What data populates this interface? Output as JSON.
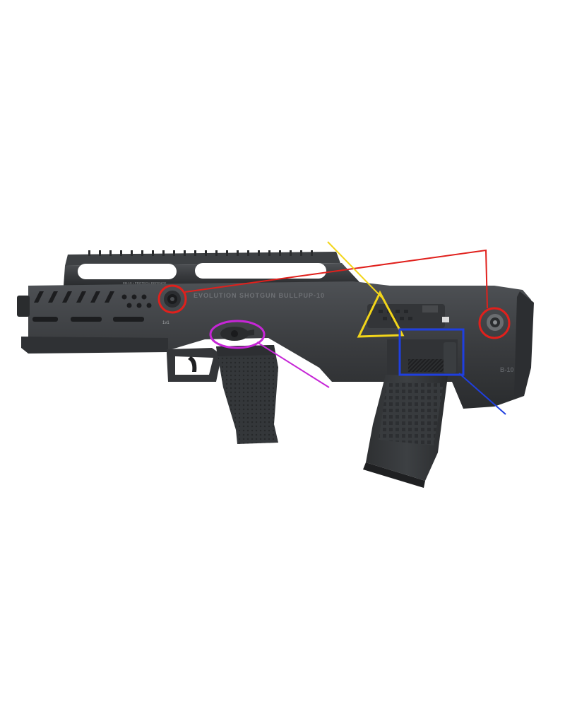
{
  "photo": {
    "subject": "bullpup shotgun, left side view",
    "engraving_main": "EVOLUTION SHOTGUN BULLPUP-10",
    "engraving_small": "EB-10 • PROTECH DEFENCE",
    "engraving_stock": "B-10",
    "selector_mark": "1v1"
  },
  "annotations": [
    {
      "shape": "circle",
      "color": "#e0201c",
      "target": "front takedown pin"
    },
    {
      "shape": "circle",
      "color": "#e0201c",
      "target": "rear takedown pin"
    },
    {
      "shape": "triangle",
      "color": "#f2d51a",
      "target": "ejection port area"
    },
    {
      "shape": "rectangle",
      "color": "#1f3fe0",
      "target": "magazine release / mag well"
    },
    {
      "shape": "ellipse",
      "color": "#c626d6",
      "target": "safety selector"
    }
  ],
  "colors": {
    "background": "#ffffff",
    "body": "#3b3d40",
    "body_light": "#55585c",
    "body_dark": "#232527",
    "red": "#e0201c",
    "yellow": "#f2d51a",
    "blue": "#1f3fe0",
    "magenta": "#c626d6"
  }
}
